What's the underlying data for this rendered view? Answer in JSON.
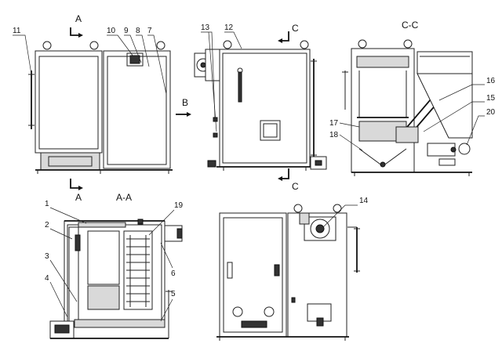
{
  "sections": {
    "a_top": "A",
    "a_bottom": "A",
    "c_top": "C",
    "c_bottom": "C",
    "view_b": "B",
    "title_cc": "C-C",
    "title_aa": "A-A"
  },
  "callouts": {
    "n1": "1",
    "n2": "2",
    "n3": "3",
    "n4": "4",
    "n5": "5",
    "n6": "6",
    "n7": "7",
    "n8": "8",
    "n9": "9",
    "n10": "10",
    "n11": "11",
    "n12": "12",
    "n13": "13",
    "n14": "14",
    "n15": "15",
    "n16": "16",
    "n17": "17",
    "n18": "18",
    "n19": "19",
    "n20": "20"
  }
}
